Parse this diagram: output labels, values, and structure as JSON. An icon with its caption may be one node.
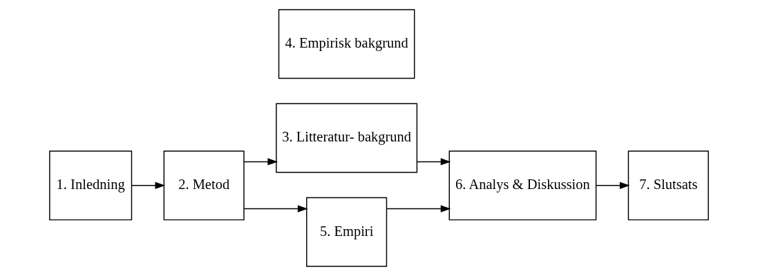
{
  "diagram": {
    "nodes": [
      {
        "text": [
          "1. Inledning"
        ]
      },
      {
        "text": [
          "2. Metod"
        ]
      },
      {
        "text": [
          "3. Litteratur- bakgrund"
        ]
      },
      {
        "text": [
          "4. Empirisk bakgrund"
        ]
      },
      {
        "text": [
          "5. Empiri"
        ]
      },
      {
        "text": [
          "6. Analys & Diskussion"
        ]
      },
      {
        "text": [
          "7. Slutsats"
        ]
      }
    ],
    "edges": [
      {
        "from": 0,
        "to": 1,
        "arrow": "to"
      },
      {
        "from": 1,
        "to": 2,
        "arrow": "to"
      },
      {
        "from": 1,
        "to": 4,
        "arrow": "to"
      },
      {
        "from": 2,
        "to": 5,
        "arrow": "to"
      },
      {
        "from": 4,
        "to": 5,
        "arrow": "to"
      },
      {
        "from": 5,
        "to": 6,
        "arrow": "to"
      }
    ]
  }
}
